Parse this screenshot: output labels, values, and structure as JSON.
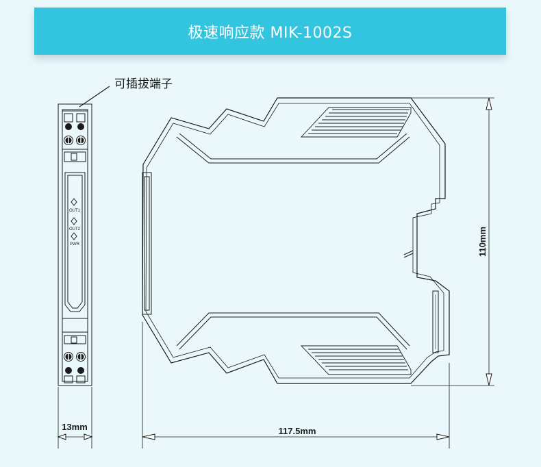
{
  "header": {
    "title": "极速响应款  MIK-1002S"
  },
  "callout": {
    "label": "可插拔端子"
  },
  "front_panel": {
    "leds": [
      "OUT1",
      "OUT2",
      "PWR"
    ]
  },
  "dimensions": {
    "width": "13mm",
    "depth": "117.5mm",
    "height": "110mm"
  }
}
